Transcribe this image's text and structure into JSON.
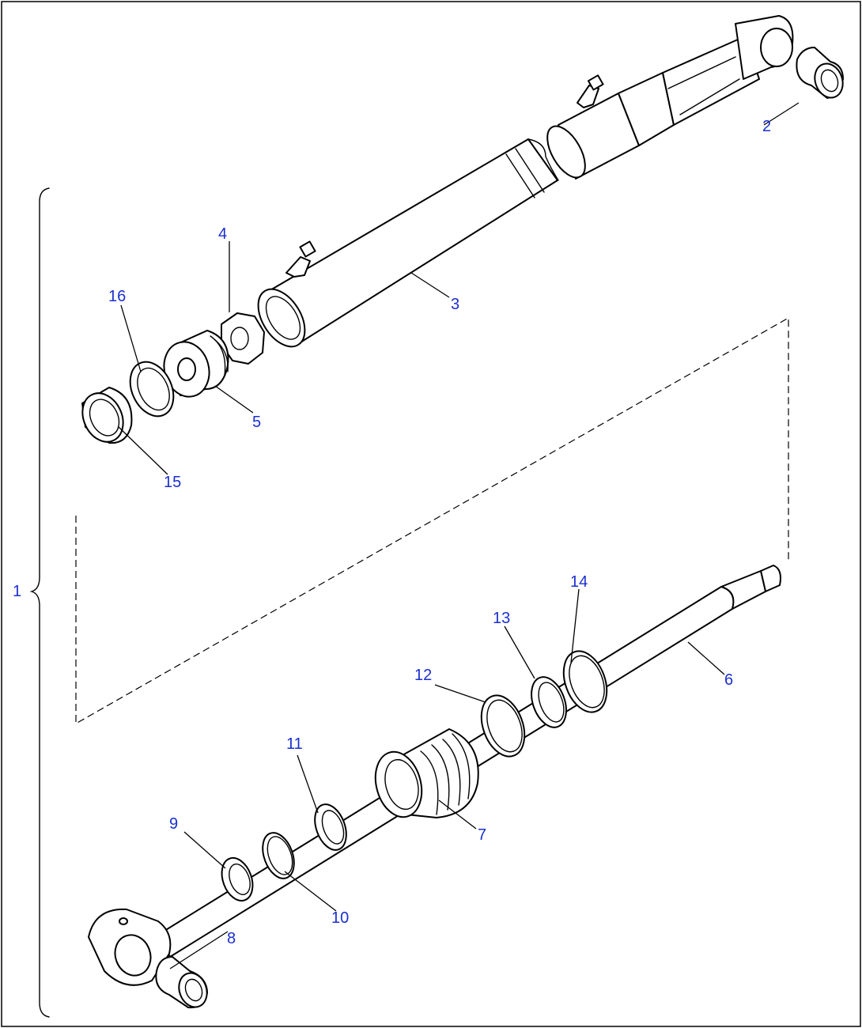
{
  "callouts": {
    "n1": "1",
    "n2": "2",
    "n3": "3",
    "n4": "4",
    "n5": "5",
    "n6": "6",
    "n7": "7",
    "n8": "8",
    "n9": "9",
    "n10": "10",
    "n11": "11",
    "n12": "12",
    "n13": "13",
    "n14": "14",
    "n15": "15",
    "n16": "16"
  },
  "colors": {
    "callout_text": "#1a2fd0",
    "line_art": "#000000",
    "background": "#ffffff"
  }
}
